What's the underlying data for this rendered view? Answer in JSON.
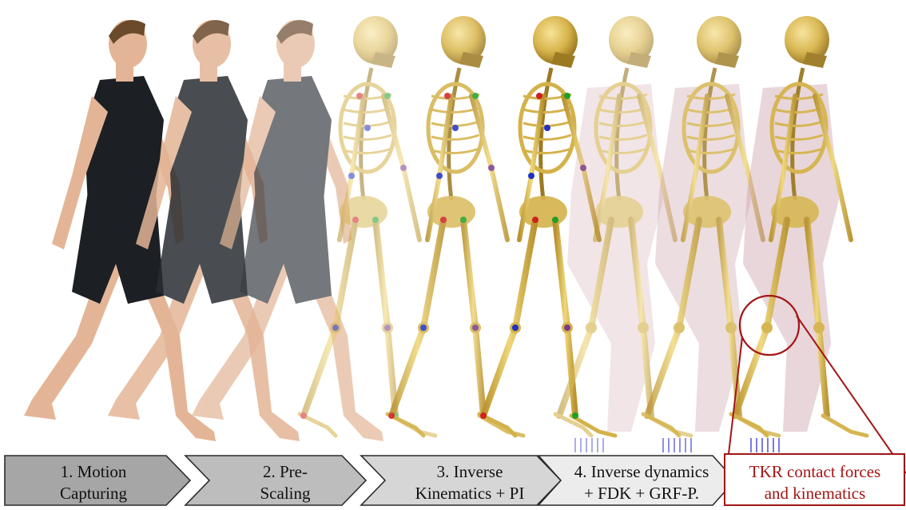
{
  "pipeline": {
    "steps": [
      {
        "label_lines": [
          "1. Motion",
          "Capturing"
        ],
        "fill": "#a6a6a6",
        "text_color": "#111111"
      },
      {
        "label_lines": [
          "2. Pre-",
          "Scaling"
        ],
        "fill": "#bdbdbd",
        "text_color": "#111111"
      },
      {
        "label_lines": [
          "3. Inverse",
          "Kinematics + PI"
        ],
        "fill": "#d6d6d6",
        "text_color": "#111111"
      },
      {
        "label_lines": [
          "4. Inverse dynamics",
          "+ FDK + GRF-P."
        ],
        "fill": "#ececec",
        "text_color": "#111111"
      }
    ],
    "final": {
      "label_lines": [
        "TKR contact forces",
        "and kinematics"
      ],
      "color": "#a31515"
    }
  },
  "figures": [
    {
      "kind": "human",
      "opacity": 1.0,
      "garment_color": "#1c1f24"
    },
    {
      "kind": "human",
      "opacity": 0.85,
      "garment_color": "#2a2e33"
    },
    {
      "kind": "human",
      "opacity": 0.7,
      "garment_color": "#3a3e44"
    },
    {
      "kind": "skeleton",
      "opacity": 0.55,
      "markers": true,
      "muscles": false
    },
    {
      "kind": "skeleton",
      "opacity": 0.85,
      "markers": true,
      "muscles": false
    },
    {
      "kind": "skeleton",
      "opacity": 1.0,
      "markers": true,
      "muscles": false
    },
    {
      "kind": "skeleton",
      "opacity": 0.6,
      "markers": false,
      "muscles": true
    },
    {
      "kind": "skeleton",
      "opacity": 0.8,
      "markers": false,
      "muscles": true
    },
    {
      "kind": "skeleton",
      "opacity": 0.95,
      "markers": false,
      "muscles": true
    }
  ],
  "colors": {
    "bone": "#d4b24a",
    "bone_dark": "#9c7a22",
    "muscle": "#c9a0a8",
    "grf": "#2a2ad0",
    "highlight": "#a31515",
    "skin": "#e3b596"
  }
}
